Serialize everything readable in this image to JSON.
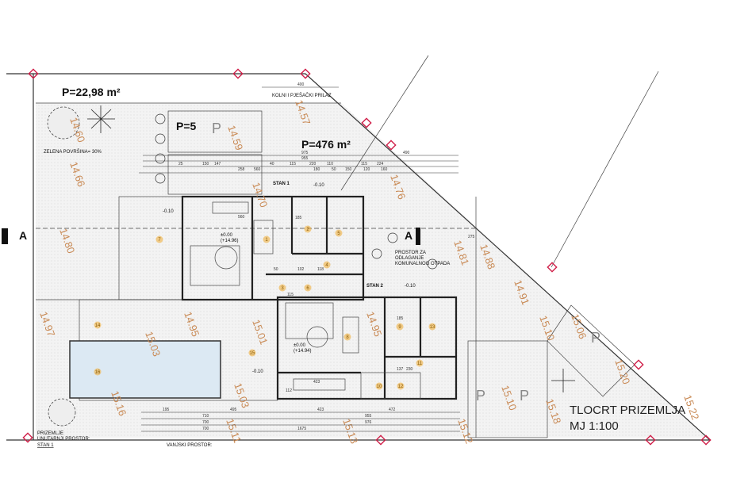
{
  "plan": {
    "title": "TLOCRT PRIZEMLJA",
    "scale": "MJ 1:100",
    "area_green": "P=22,98 m²",
    "area_plot": "P=476 m²",
    "parking_count": "P=5",
    "green_area_label": "ZELENA POVRŠINA= 30%",
    "access_label": "KOLNI I PJEŠAČKI PRILAZ",
    "access_width": "400",
    "waste_label": "PROSTOR ZA ODLAGANJE KOMUNALNOG OTPADA",
    "stan1": "STAN 1",
    "stan2": "STAN 2",
    "section_mark": "A",
    "parking_mark": "P",
    "level_ext": "-0.10",
    "level_int": "±0.00",
    "level_int_abs1": "(+14.96)",
    "level_int_abs2": "(+14.94)",
    "legend_floor": "PRIZEMLJE",
    "legend_int": "UNUTARNJI PROSTOR:",
    "legend_stan": "STAN 1",
    "legend_ext": "VANJSKI PROSTOR:"
  },
  "colors": {
    "marker": "#d0204a",
    "elevation": "#c98a55",
    "room_dot": "#f0b040"
  },
  "rooms": [
    "1",
    "2",
    "3",
    "4",
    "5",
    "6",
    "7",
    "8",
    "9",
    "10",
    "11",
    "12",
    "13",
    "14",
    "15",
    "16"
  ],
  "elevations": [
    "14.57",
    "14.59",
    "14.66",
    "14.70",
    "14.76",
    "14.81",
    "14.88",
    "14.80",
    "14.91",
    "15.10",
    "15.06",
    "15.20",
    "14.97",
    "15.03",
    "14.95",
    "15.01",
    "14.95",
    "15.03",
    "15.16",
    "15.11",
    "15.13",
    "15.12",
    "15.10",
    "15.18",
    "15.22",
    "14.60"
  ],
  "dimensions": {
    "top": [
      "975",
      "955",
      "147",
      "40",
      "115",
      "220",
      "110",
      "115",
      "224",
      "150",
      "258",
      "560",
      "25",
      "180",
      "50",
      "150",
      "120",
      "160",
      "490"
    ],
    "bottom": [
      "195",
      "495",
      "423",
      "472",
      "710",
      "700",
      "700",
      "955",
      "976",
      "1675"
    ],
    "interior": [
      "560",
      "185",
      "50",
      "102",
      "118",
      "112",
      "423",
      "185",
      "137",
      "230",
      "115",
      "275"
    ]
  }
}
